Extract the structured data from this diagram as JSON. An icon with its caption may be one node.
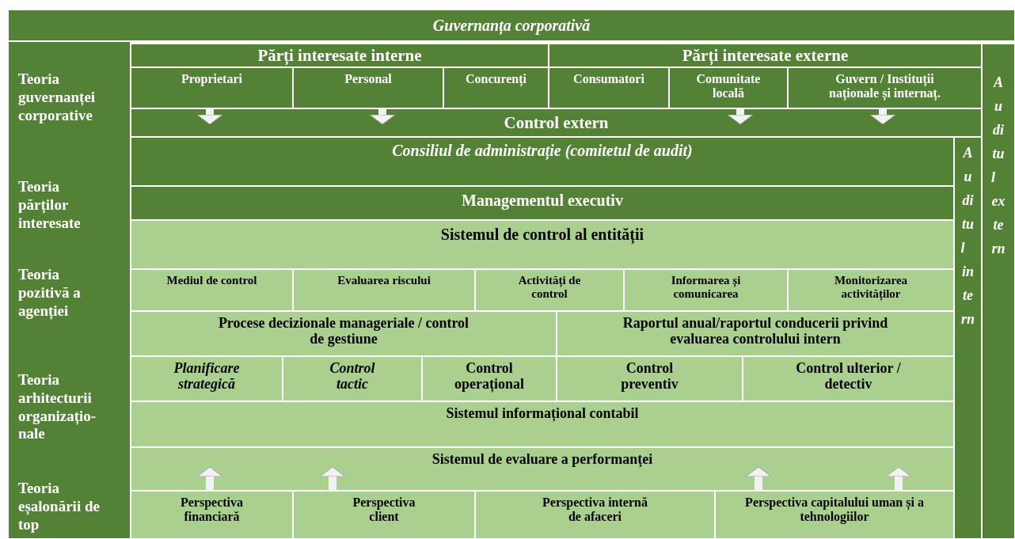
{
  "diagram": {
    "nodes": [
      {
        "text": [
          "Guvernanța corporativă"
        ]
      },
      {
        "text": [
          "Teoria guvernanței corporative",
          "Teoria părților interesate",
          "Teoria pozitivă a agenției",
          "Teoria arhitecturii organizațio-nale",
          "Teoria eșalonării de top"
        ]
      },
      {
        "text": [
          "Părți interesate interne"
        ]
      },
      {
        "text": [
          "Părți interesate externe"
        ]
      },
      {
        "text": [
          "Proprietari"
        ]
      },
      {
        "text": [
          "Personal"
        ]
      },
      {
        "text": [
          "Concurenți"
        ]
      },
      {
        "text": [
          "Consumatori"
        ]
      },
      {
        "text": [
          "Comunitate locală"
        ]
      },
      {
        "text": [
          "Guvern / Instituții naționale și internaț."
        ]
      },
      {
        "text": [
          "Control extern"
        ]
      },
      {
        "text": [
          "Auditul extern"
        ]
      },
      {
        "text": [
          "Consiliul de administrație (comitetul de audit)"
        ]
      },
      {
        "text": [
          "Auditul intern"
        ]
      },
      {
        "text": [
          "Managementul executiv"
        ]
      },
      {
        "text": [
          "Sistemul de control al entității"
        ]
      },
      {
        "text": [
          "Mediul de control"
        ]
      },
      {
        "text": [
          "Evaluarea riscului"
        ]
      },
      {
        "text": [
          "Activități de control"
        ]
      },
      {
        "text": [
          "Informarea și comunicarea"
        ]
      },
      {
        "text": [
          "Monitorizarea activităților"
        ]
      },
      {
        "text": [
          "Procese decizionale manageriale / control de gestiune"
        ]
      },
      {
        "text": [
          "Raportul anual/raportul conducerii privind evaluarea controlului intern"
        ]
      },
      {
        "text": [
          "Planificare strategică"
        ]
      },
      {
        "text": [
          "Control tactic"
        ]
      },
      {
        "text": [
          "Control operațional"
        ]
      },
      {
        "text": [
          "Control preventiv"
        ]
      },
      {
        "text": [
          "Control ulterior / detectiv"
        ]
      },
      {
        "text": [
          "Sistemul informațional contabil"
        ]
      },
      {
        "text": [
          "Sistemul de evaluare a performanței"
        ]
      },
      {
        "text": [
          "Perspectiva financiară"
        ]
      },
      {
        "text": [
          "Perspectiva client"
        ]
      },
      {
        "text": [
          "Perspectiva internă de afaceri"
        ]
      },
      {
        "text": [
          "Perspectiva capitalului uman și a tehnologiilor"
        ]
      }
    ],
    "edges": [
      {
        "from": 4,
        "to": 10,
        "arrow": "to"
      },
      {
        "from": 5,
        "to": 10,
        "arrow": "to"
      },
      {
        "from": 8,
        "to": 10,
        "arrow": "to"
      },
      {
        "from": 9,
        "to": 10,
        "arrow": "to"
      },
      {
        "from": 30,
        "to": 29,
        "arrow": "to"
      },
      {
        "from": 31,
        "to": 29,
        "arrow": "to"
      },
      {
        "from": 33,
        "to": 29,
        "arrow": "to"
      },
      {
        "from": 33,
        "to": 29,
        "arrow": "to"
      }
    ]
  }
}
